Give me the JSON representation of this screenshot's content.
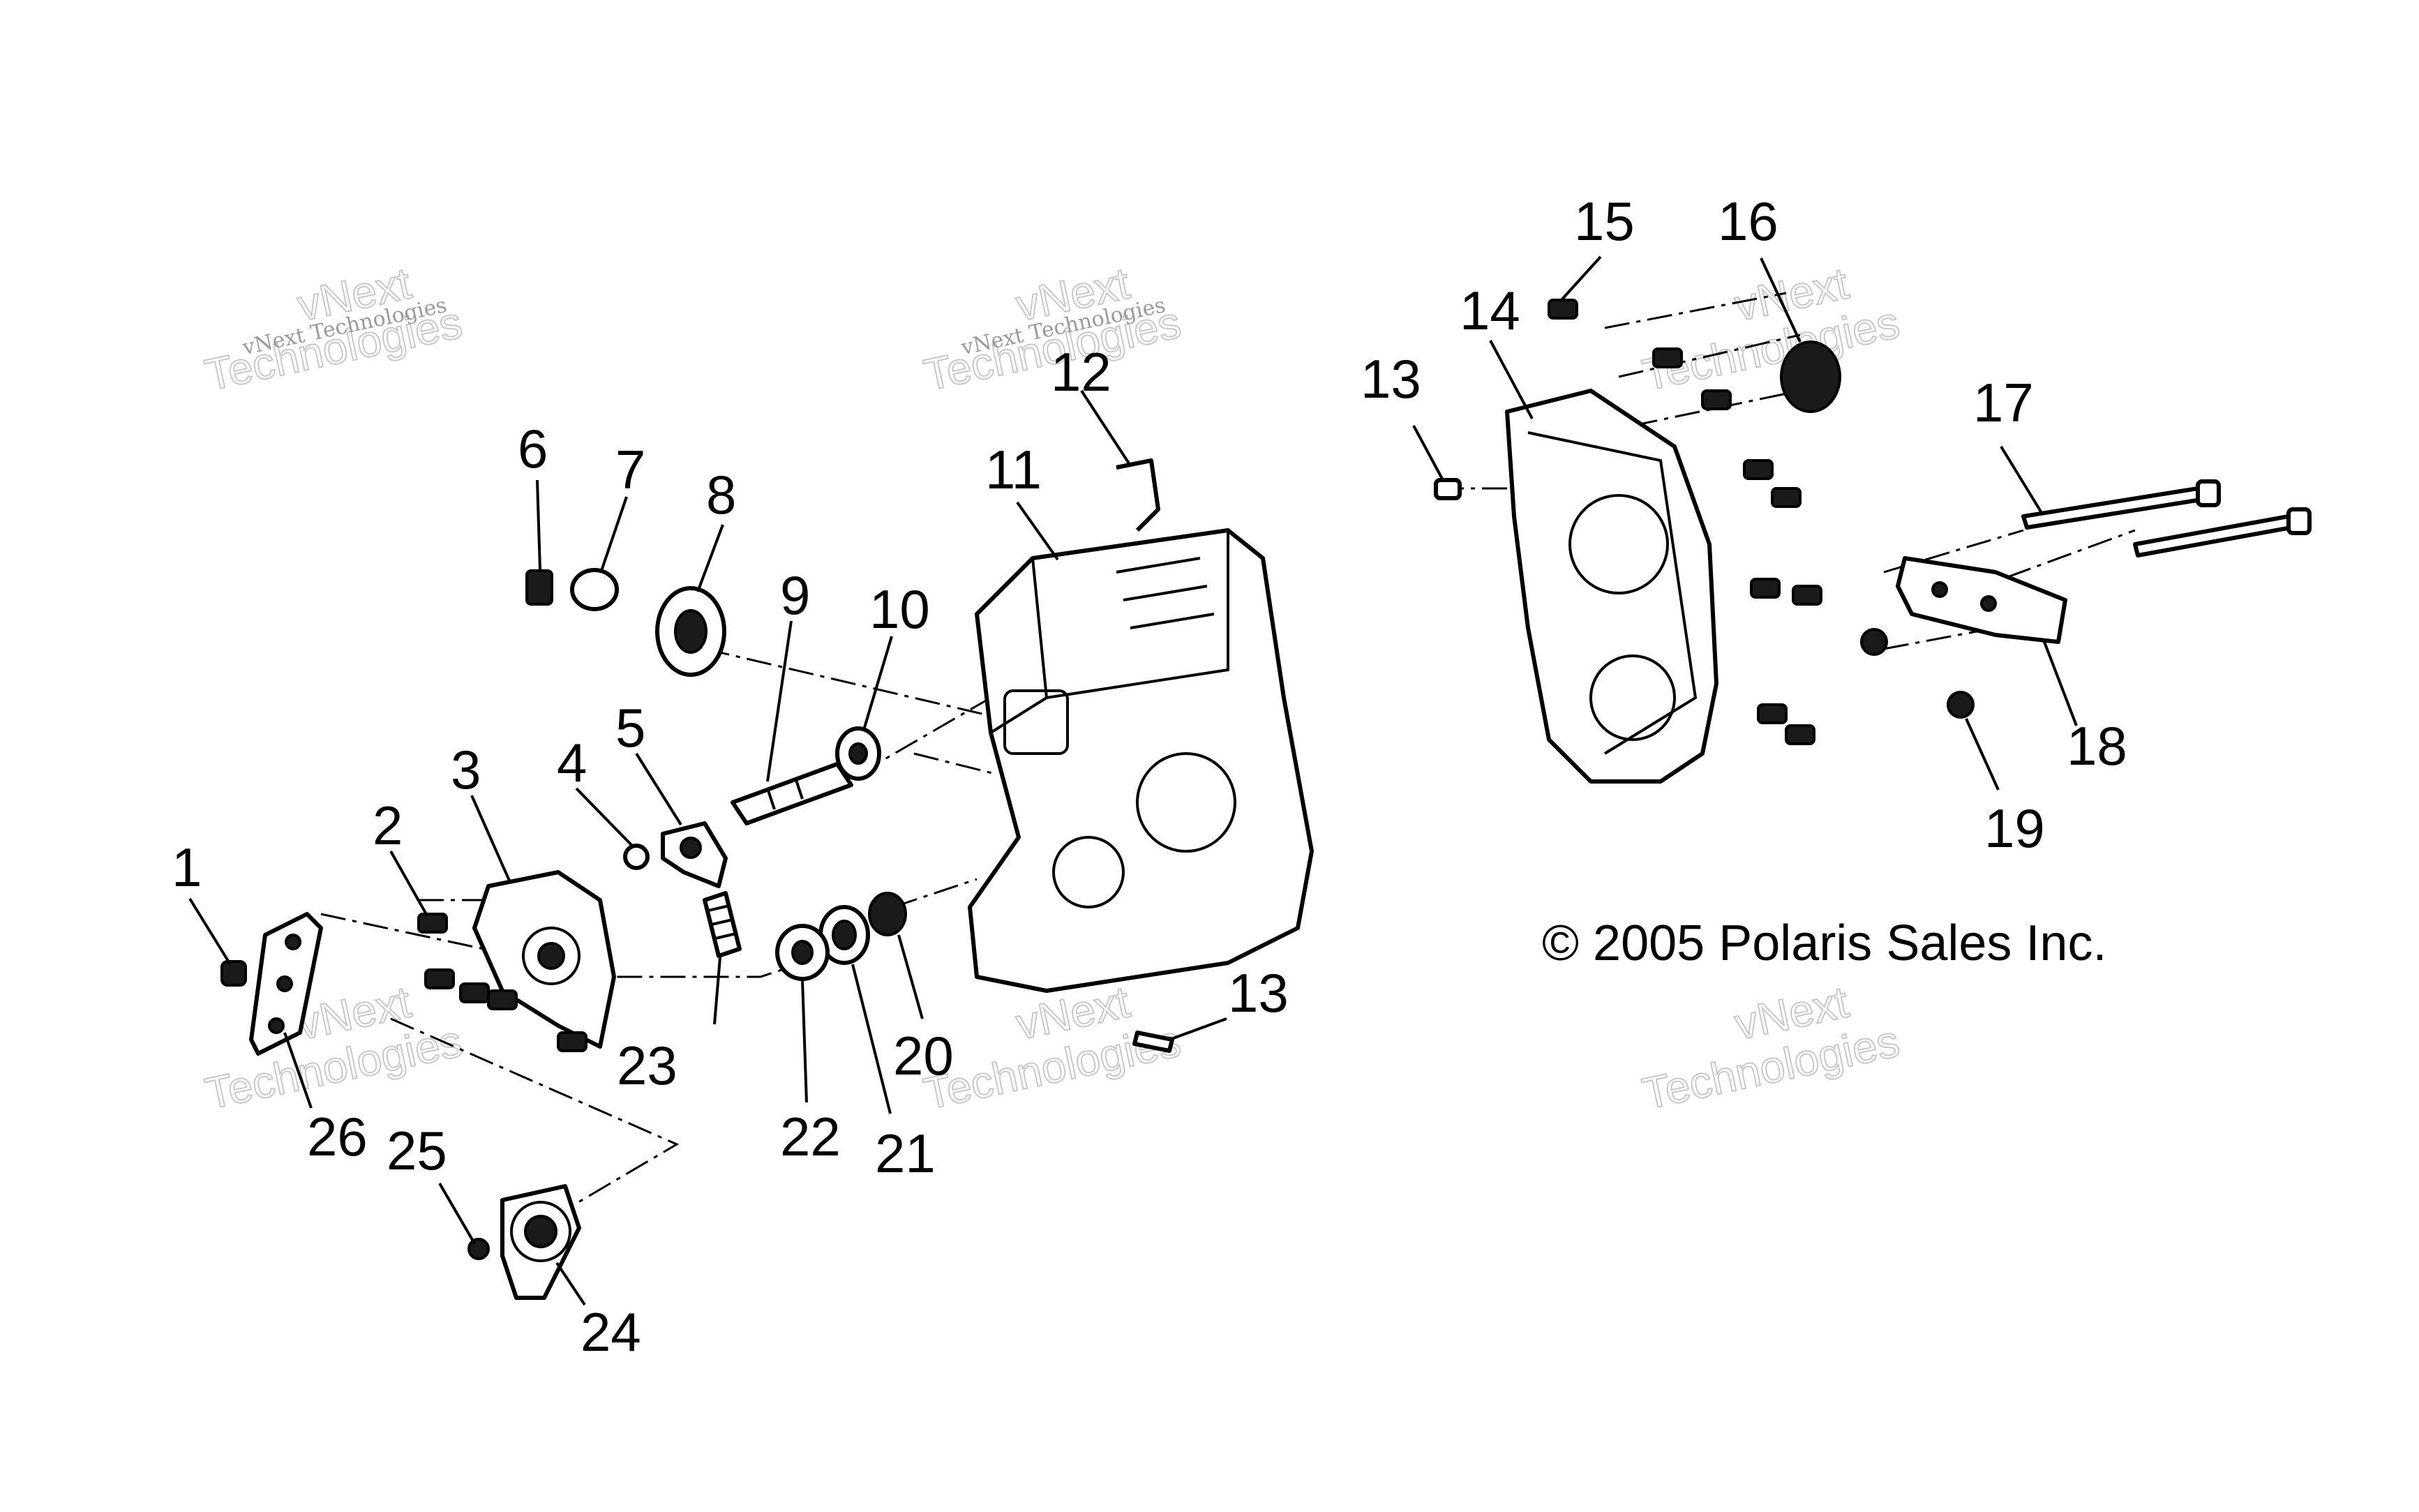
{
  "callouts": [
    "1",
    "2",
    "3",
    "4",
    "5",
    "6",
    "7",
    "8",
    "9",
    "10",
    "11",
    "12",
    "13",
    "13",
    "14",
    "15",
    "16",
    "17",
    "18",
    "19",
    "20",
    "21",
    "22",
    "23",
    "24",
    "25",
    "26"
  ],
  "copyright": "© 2005 Polaris Sales Inc.",
  "watermark": {
    "line1": "vNext Technologies",
    "line2": "vNext Technologies"
  }
}
